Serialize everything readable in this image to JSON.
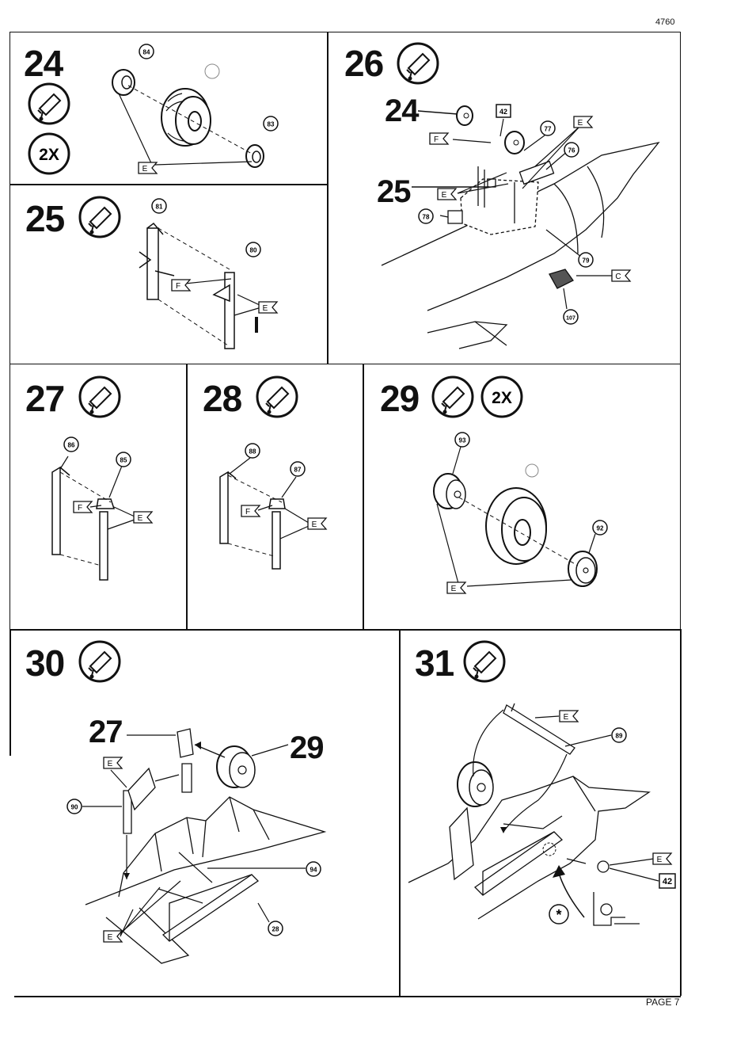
{
  "header": {
    "code": "4760"
  },
  "footer": {
    "page": "PAGE 7"
  },
  "steps": {
    "s24": {
      "number": "24",
      "qty": "2X",
      "parts": [
        "84",
        "83"
      ],
      "codes": [
        "E"
      ]
    },
    "s25": {
      "number": "25",
      "parts": [
        "81",
        "80"
      ],
      "codes": [
        "F",
        "E"
      ]
    },
    "s26": {
      "number": "26",
      "parts": [
        "42",
        "77",
        "76",
        "78",
        "79",
        "107"
      ],
      "codes": [
        "F",
        "E",
        "E",
        "C"
      ],
      "refs": [
        "24",
        "25"
      ]
    },
    "s27": {
      "number": "27",
      "parts": [
        "86",
        "85"
      ],
      "codes": [
        "F",
        "E"
      ]
    },
    "s28": {
      "number": "28",
      "parts": [
        "88",
        "87"
      ],
      "codes": [
        "F",
        "E"
      ]
    },
    "s29": {
      "number": "29",
      "qty": "2X",
      "parts": [
        "93",
        "92"
      ],
      "codes": [
        "E"
      ]
    },
    "s30": {
      "number": "30",
      "parts": [
        "90",
        "94",
        "28"
      ],
      "codes": [
        "E",
        "E"
      ],
      "refs": [
        "27",
        "29"
      ]
    },
    "s31": {
      "number": "31",
      "parts": [
        "89",
        "42"
      ],
      "codes": [
        "E",
        "E"
      ],
      "asterisk": "*"
    }
  },
  "icons": {
    "glue": "glue-tube-icon",
    "callout": "part-number-callout-icon",
    "sprue_flag": "sprue-flag-icon"
  }
}
